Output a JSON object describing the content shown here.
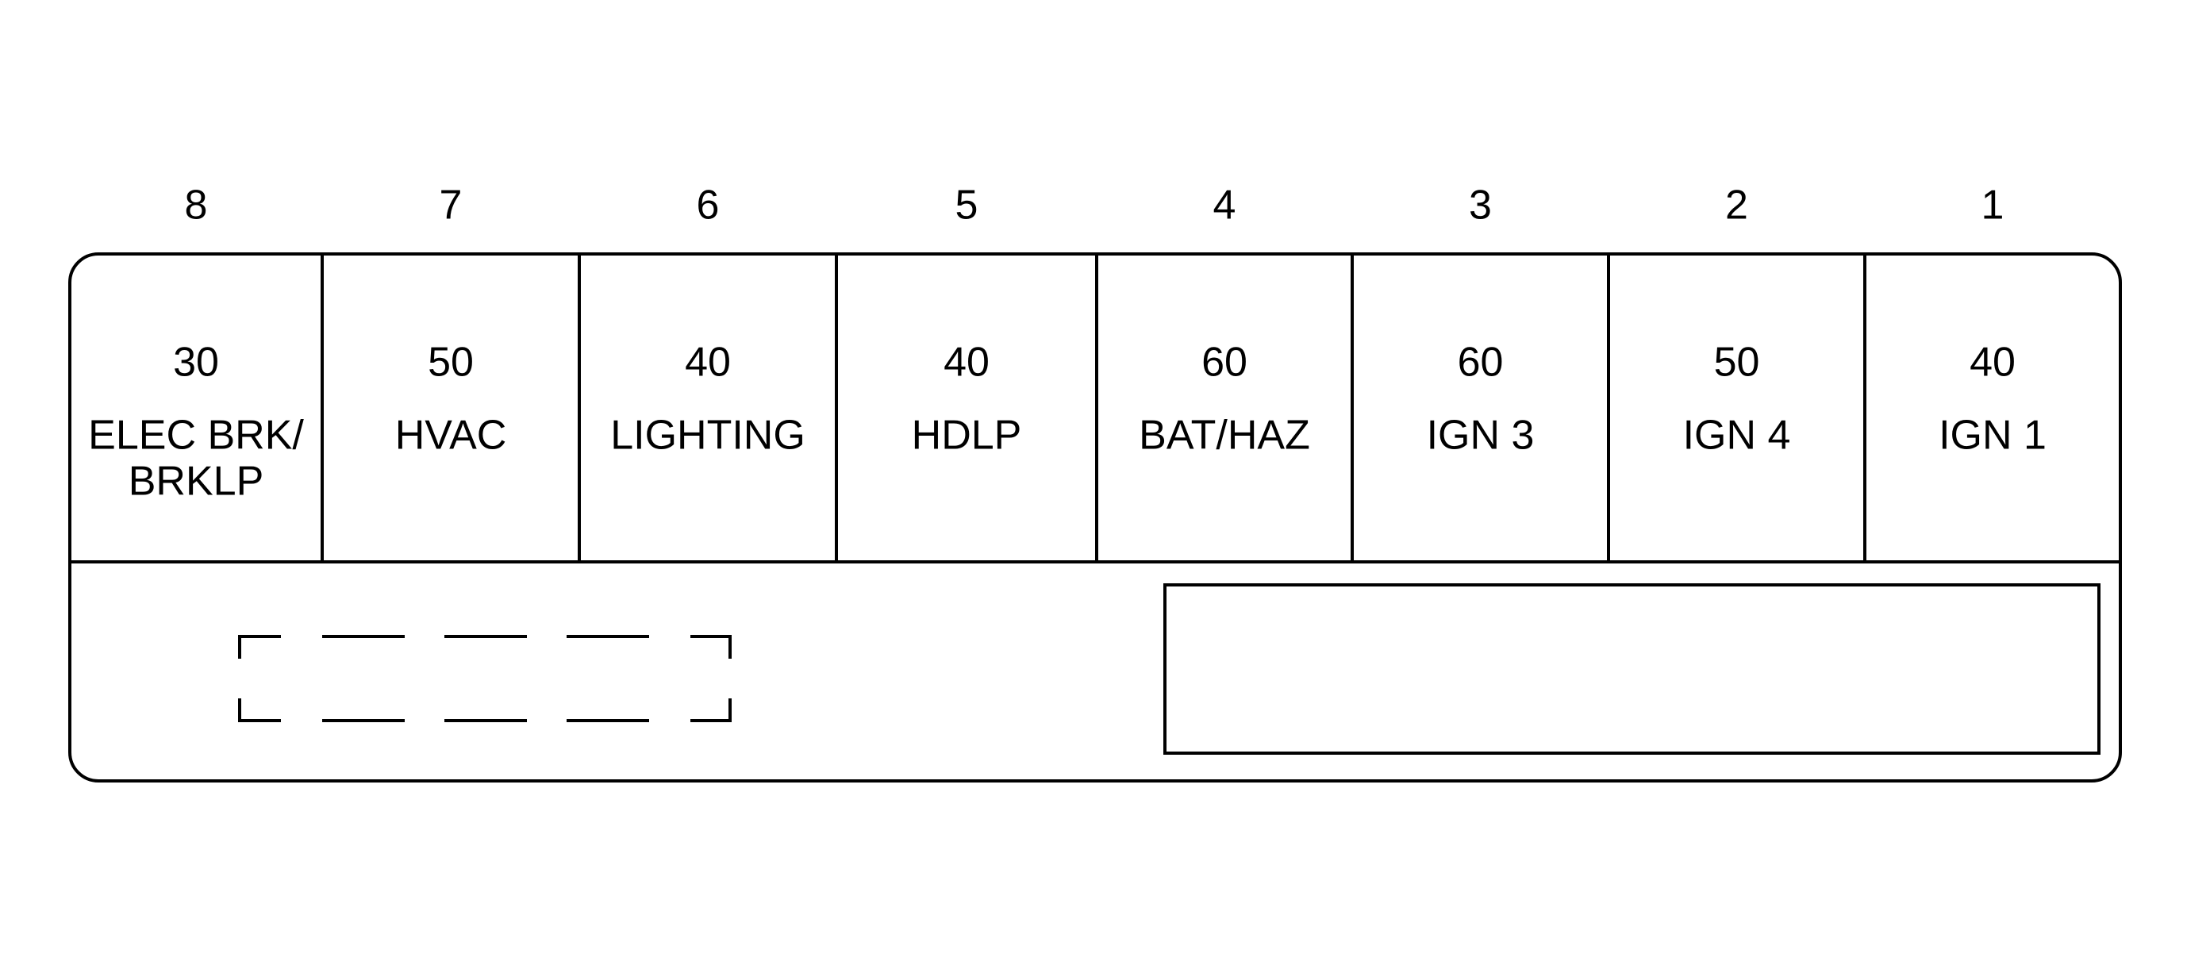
{
  "fuse_block": {
    "positions": [
      {
        "number": "8",
        "rating": "30",
        "label_lines": [
          "ELEC BRK/",
          "BRKLP"
        ]
      },
      {
        "number": "7",
        "rating": "50",
        "label_lines": [
          "HVAC"
        ]
      },
      {
        "number": "6",
        "rating": "40",
        "label_lines": [
          "LIGHTING"
        ]
      },
      {
        "number": "5",
        "rating": "40",
        "label_lines": [
          "HDLP"
        ]
      },
      {
        "number": "4",
        "rating": "60",
        "label_lines": [
          "BAT/HAZ"
        ]
      },
      {
        "number": "3",
        "rating": "60",
        "label_lines": [
          "IGN 3"
        ]
      },
      {
        "number": "2",
        "rating": "50",
        "label_lines": [
          "IGN 4"
        ]
      },
      {
        "number": "1",
        "rating": "40",
        "label_lines": [
          "IGN 1"
        ]
      }
    ]
  },
  "colors": {
    "line": "#000000",
    "background": "#ffffff"
  }
}
